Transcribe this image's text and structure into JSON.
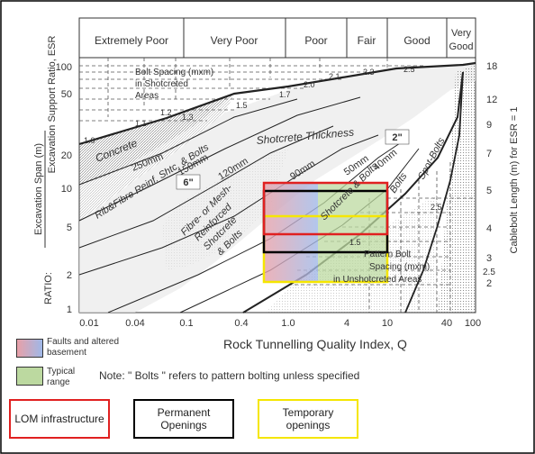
{
  "rock_classes": [
    {
      "label": "Extremely Poor"
    },
    {
      "label": "Very Poor"
    },
    {
      "label": "Poor"
    },
    {
      "label": "Fair"
    },
    {
      "label": "Good"
    },
    {
      "label": "Very Good"
    }
  ],
  "axes": {
    "x_title": "Rock Tunnelling Quality Index, Q",
    "x_ticks": [
      "0.01",
      "0.04",
      "0.1",
      "0.4",
      "1.0",
      "4",
      "10",
      "40",
      "100"
    ],
    "y_left_title_top": "Excavation Span (m)",
    "y_left_title_bottom": "Excavation Support Ratio, ESR",
    "y_left_ratio": "RATIO:",
    "y_left_ticks": [
      "100",
      "50",
      "20",
      "10",
      "5",
      "2",
      "1"
    ],
    "y_right_title": "Cablebolt Length (m) for ESR = 1",
    "y_right_ticks": [
      "18",
      "12",
      "9",
      "7",
      "5",
      "4",
      "3",
      "2.5",
      "2"
    ]
  },
  "annotations": {
    "bolt_spacing_shotcreted": [
      "Bolt Spacing (mxm)",
      "in Shotcreted",
      "Areas"
    ],
    "bolt_spacing_unshotcreted": [
      "Pattern Bolt",
      "Spacing (mxm)",
      "in Unshotcreted Areas"
    ],
    "concrete": "Concrete",
    "rib_fibre": "Rib&Fibre Reinf. Shtc. & Bolts",
    "fibre_mesh": [
      "Fibre- or Mesh-",
      "Reinforced",
      "Shotcrete",
      "& Bolts"
    ],
    "shotcrete_thickness": "Shotcrete Thickness",
    "shotcrete_bolts": "Shotcrete & Bolts",
    "bolts": "Bolts",
    "spot_bolts": "Spot-Bolts",
    "thickness_250": "250mm",
    "thickness_150": "150mm",
    "thickness_120": "120mm",
    "thickness_90": "90mm",
    "thickness_50": "50mm",
    "thickness_40": "40mm",
    "inch_2": "2\"",
    "inch_6": "6\"",
    "spacing_values": [
      "1.0",
      "1.1",
      "1.2",
      "1.3",
      "1.5",
      "1.7",
      "2.0",
      "2.1",
      "2.3",
      "2.5",
      "1.5",
      "2.5"
    ]
  },
  "legend": {
    "faults_label": "Faults and altered basement",
    "typical_label": "Typical range",
    "note": "Note: \" Bolts \" refers to pattern bolting unless specified",
    "lom_label": "LOM infrastructure",
    "permanent_label": "Permanent Openings",
    "temporary_label": "Temporary openings"
  },
  "colors": {
    "lom": "#e02020",
    "permanent": "#000000",
    "temporary": "#f5e600",
    "faults_start": "#e8a0a8",
    "faults_end": "#9fb8e8",
    "typical": "#bcd9a0"
  }
}
